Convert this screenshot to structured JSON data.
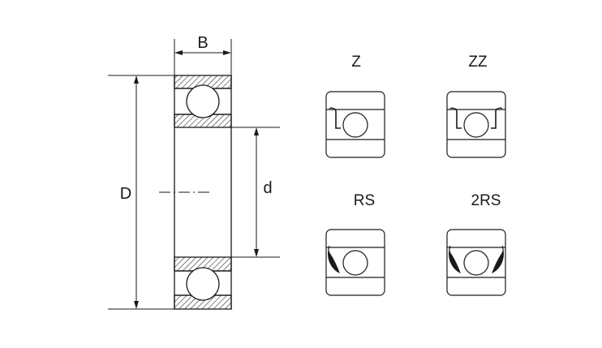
{
  "dimensions": {
    "width_label": "B",
    "outer_diameter_label": "D",
    "bore_diameter_label": "d"
  },
  "variants": [
    {
      "label": "Z",
      "seal": "shield-one-side"
    },
    {
      "label": "ZZ",
      "seal": "shield-both-sides"
    },
    {
      "label": "RS",
      "seal": "rubber-seal-one-side"
    },
    {
      "label": "2RS",
      "seal": "rubber-seal-both-sides"
    }
  ],
  "colors": {
    "line": "#1a1a1a",
    "background": "#ffffff"
  }
}
